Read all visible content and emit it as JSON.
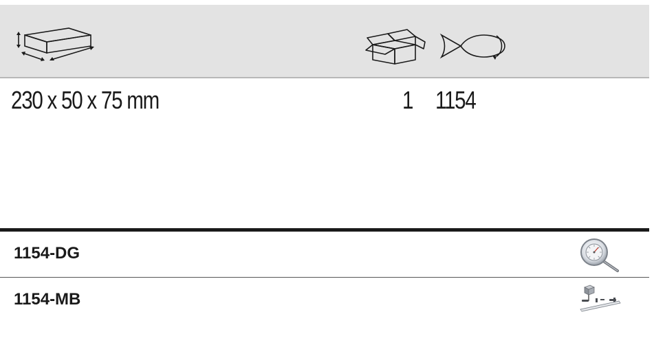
{
  "spec_header": {
    "icons": [
      "box-dimensions-icon",
      "package-quantity-icon",
      "fish-code-icon"
    ]
  },
  "spec_values": {
    "dimensions": "230 x 50 x 75 mm",
    "quantity": "1",
    "code": "1154"
  },
  "accessories": [
    {
      "label": "1154-DG",
      "icon": "dial-gauge-magnifier-icon"
    },
    {
      "label": "1154-MB",
      "icon": "measuring-bridge-icon"
    }
  ],
  "colors": {
    "header_band": "#e3e3e3",
    "text": "#1a1a1a",
    "rule": "#1a1a1a"
  }
}
